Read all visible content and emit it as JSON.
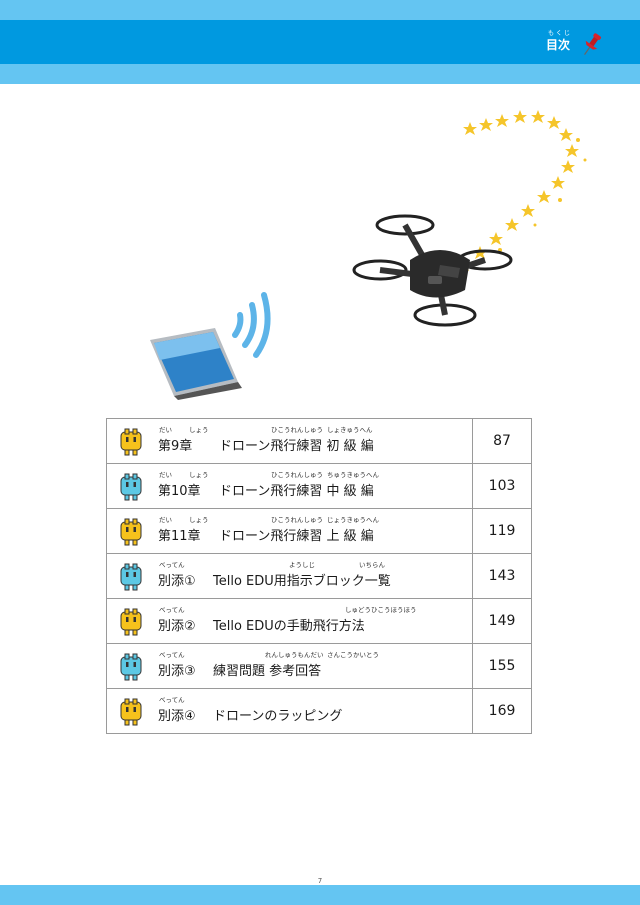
{
  "header": {
    "toc_ruby": "もくじ",
    "toc_label": "目次"
  },
  "toc": [
    {
      "label": "第9章",
      "label_ruby": [
        "だい",
        "しょう"
      ],
      "title": "ドローン飛行練習  初 級 編",
      "title_ruby": [
        "ひこうれんしゅう",
        "しょきゅうへん"
      ],
      "page": "87",
      "icon_color": "yellow"
    },
    {
      "label": "第10章",
      "label_ruby": [
        "だい",
        "しょう"
      ],
      "title": "ドローン飛行練習  中 級 編",
      "title_ruby": [
        "ひこうれんしゅう",
        "ちゅうきゅうへん"
      ],
      "page": "103",
      "icon_color": "blue"
    },
    {
      "label": "第11章",
      "label_ruby": [
        "だい",
        "しょう"
      ],
      "title": "ドローン飛行練習  上 級 編",
      "title_ruby": [
        "ひこうれんしゅう",
        "じょうきゅうへん"
      ],
      "page": "119",
      "icon_color": "yellow"
    },
    {
      "label": "別添①",
      "label_ruby": [
        "べってん",
        ""
      ],
      "title": "Tello EDU用指示ブロック一覧",
      "title_ruby": [
        "ようしじ",
        "いちらん"
      ],
      "page": "143",
      "icon_color": "blue"
    },
    {
      "label": "別添②",
      "label_ruby": [
        "べってん",
        ""
      ],
      "title": "Tello EDUの手動飛行方法",
      "title_ruby": [
        "しゅどうひこうほうほう",
        ""
      ],
      "page": "149",
      "icon_color": "yellow"
    },
    {
      "label": "別添③",
      "label_ruby": [
        "べってん",
        ""
      ],
      "title": "練習問題  参考回答",
      "title_ruby": [
        "れんしゅうもんだい",
        "さんこうかいとう"
      ],
      "page": "155",
      "icon_color": "blue"
    },
    {
      "label": "別添④",
      "label_ruby": [
        "べってん",
        ""
      ],
      "title": "ドローンのラッピング",
      "title_ruby": [
        "",
        ""
      ],
      "page": "169",
      "icon_color": "yellow"
    }
  ],
  "footer": {
    "page_number": "7"
  },
  "colors": {
    "header_dark": "#0099e0",
    "header_light": "#64c5f2",
    "icon_yellow": "#f6c21c",
    "icon_blue": "#5cc8e4",
    "pin_red": "#d8232a",
    "star_gold": "#f5c52a"
  }
}
